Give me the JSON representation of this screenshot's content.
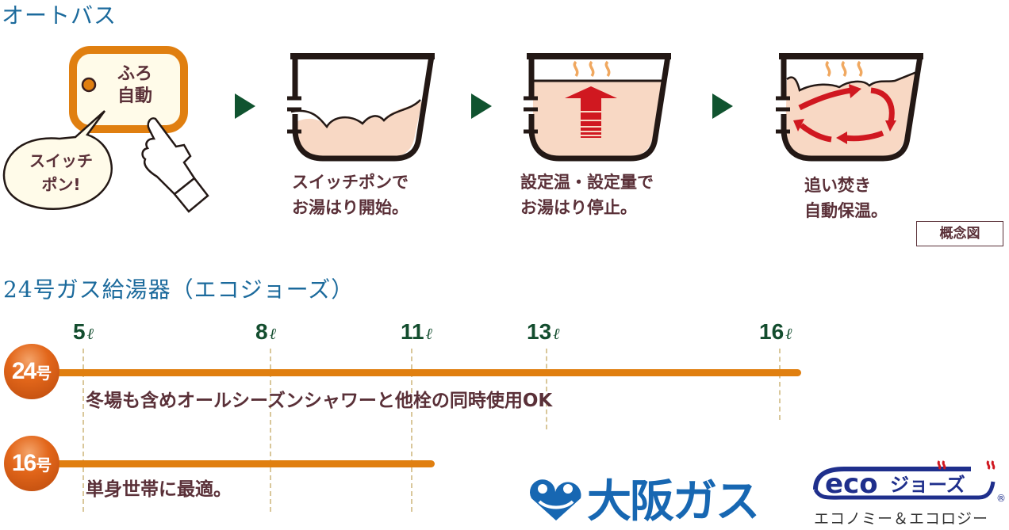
{
  "autobath": {
    "title": "オートバス",
    "panel": {
      "line1": "ふろ",
      "line2": "自動"
    },
    "bubble": {
      "line1": "スイッチ",
      "line2": "ポン!"
    },
    "steps": [
      {
        "line1": "スイッチポンで",
        "line2": "お湯はり開始。"
      },
      {
        "line1": "設定温・設定量で",
        "line2": "お湯はり停止。"
      },
      {
        "line1": "追い焚き",
        "line2": "自動保温。"
      }
    ],
    "note": "概念図",
    "colors": {
      "arrow": "#10532f",
      "water": "#f8d8c4",
      "tub": "#231815",
      "panel_border": "#e07f10",
      "heat_arrow": "#d01820",
      "steam": "#f0a860"
    }
  },
  "heater": {
    "title": "24号ガス給湯器（エコジョーズ）",
    "unit": "ℓ",
    "ticks": [
      {
        "value": "5"
      },
      {
        "value": "8"
      },
      {
        "value": "11"
      },
      {
        "value": "13"
      },
      {
        "value": "16"
      }
    ],
    "rows": [
      {
        "badge_num": "24",
        "badge_suffix": "号",
        "max_flow": 16,
        "description": "冬場も含めオールシーズンシャワーと他栓の同時使用OK"
      },
      {
        "badge_num": "16",
        "badge_suffix": "号",
        "max_flow": 11,
        "description": "単身世帯に最適。"
      }
    ],
    "colors": {
      "bar": "#e07f10",
      "tick": "#134d2e",
      "grid": "#d9c79a"
    }
  },
  "logos": {
    "osaka_gas": "大阪ガス",
    "ecojozu_main": "ジョーズ",
    "ecojozu_eco": "eco",
    "ecojozu_sub": "エコノミー＆エコロジー",
    "registered": "®"
  }
}
